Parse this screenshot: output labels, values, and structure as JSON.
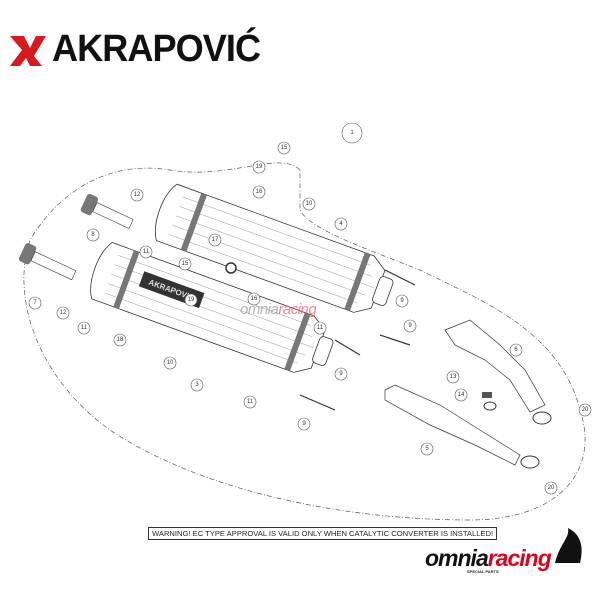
{
  "header": {
    "brand": "AKRAPOVIĆ",
    "logo_icon": "akrapovic-scorpion-icon",
    "brand_color": "#d71920"
  },
  "callouts": [
    "1",
    "15",
    "19",
    "16",
    "10",
    "12",
    "8",
    "11",
    "17",
    "15",
    "19",
    "16",
    "7",
    "12",
    "11",
    "18",
    "10",
    "3",
    "11",
    "4",
    "9",
    "11",
    "9",
    "9",
    "9",
    "6",
    "13",
    "14",
    "20",
    "5",
    "20"
  ],
  "muffler_badge": "AKRAPOVIC",
  "watermark": {
    "part1": "omnia",
    "part2": "racing"
  },
  "warning": "WARNING! EC TYPE APPROVAL IS VALID ONLY WHEN CATALYTIC CONVERTER IS INSTALLED!",
  "footer_logo": {
    "part1": "omnia",
    "part2": "racing",
    "tagline": "SPECIAL PARTS",
    "accent": "#e2001a"
  }
}
